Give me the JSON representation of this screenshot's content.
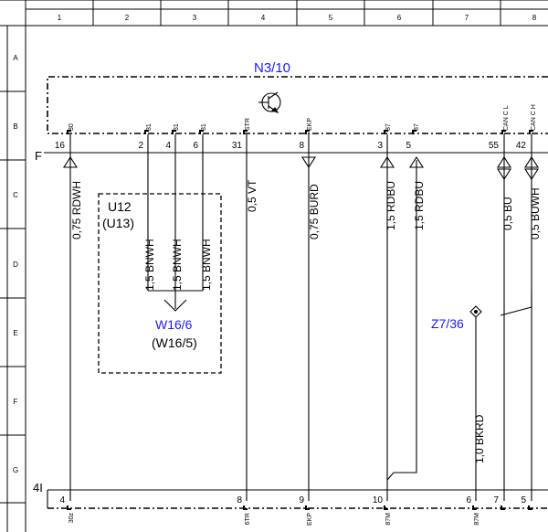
{
  "grid": {
    "columns": [
      "1",
      "2",
      "3",
      "4",
      "5",
      "6",
      "7",
      "8"
    ],
    "rows": [
      "A",
      "B",
      "C",
      "D",
      "E",
      "F",
      "G"
    ]
  },
  "colors": {
    "component_label": "#1a1aff",
    "line": "#000000"
  },
  "top_module": {
    "name": "N3/10",
    "rail_label": "F",
    "pins": [
      {
        "name": "30",
        "num": "16"
      },
      {
        "name": "31",
        "num": "2"
      },
      {
        "name": "31",
        "num": "4"
      },
      {
        "name": "31",
        "num": "6"
      },
      {
        "name": "STR",
        "num": "31"
      },
      {
        "name": "EKP",
        "num": "8"
      },
      {
        "name": "87",
        "num": "3"
      },
      {
        "name": "87",
        "num": "5"
      },
      {
        "name": "CAN C L",
        "num": "55"
      },
      {
        "name": "CAN C H",
        "num": "42"
      }
    ]
  },
  "wires": [
    {
      "label": "0,75 RDWH"
    },
    {
      "label": "1,5 BNWH"
    },
    {
      "label": "1,5 BNWH"
    },
    {
      "label": "1,5 BNWH"
    },
    {
      "label": "0,5 VT"
    },
    {
      "label": "0,75 BURD"
    },
    {
      "label": "1,5 RDBU"
    },
    {
      "label": "1,5 RDBU"
    },
    {
      "label": "0,5 BU"
    },
    {
      "label": "0,5 BUWH"
    },
    {
      "label": "1,0 BKRD"
    }
  ],
  "box": {
    "name": "U12",
    "alt": "(U13)"
  },
  "ground": {
    "name": "W16/6",
    "alt": "(W16/5)"
  },
  "connector": {
    "name": "Z7/36"
  },
  "bottom_module": {
    "rail_label": "4I",
    "pins": [
      {
        "num": "4",
        "name": "30z"
      },
      {
        "num": "8",
        "name": "6TR"
      },
      {
        "num": "9",
        "name": "EKP"
      },
      {
        "num": "10",
        "name": "87M"
      },
      {
        "num": "6",
        "name": "87M"
      },
      {
        "num": "7"
      },
      {
        "num": "5"
      }
    ]
  }
}
